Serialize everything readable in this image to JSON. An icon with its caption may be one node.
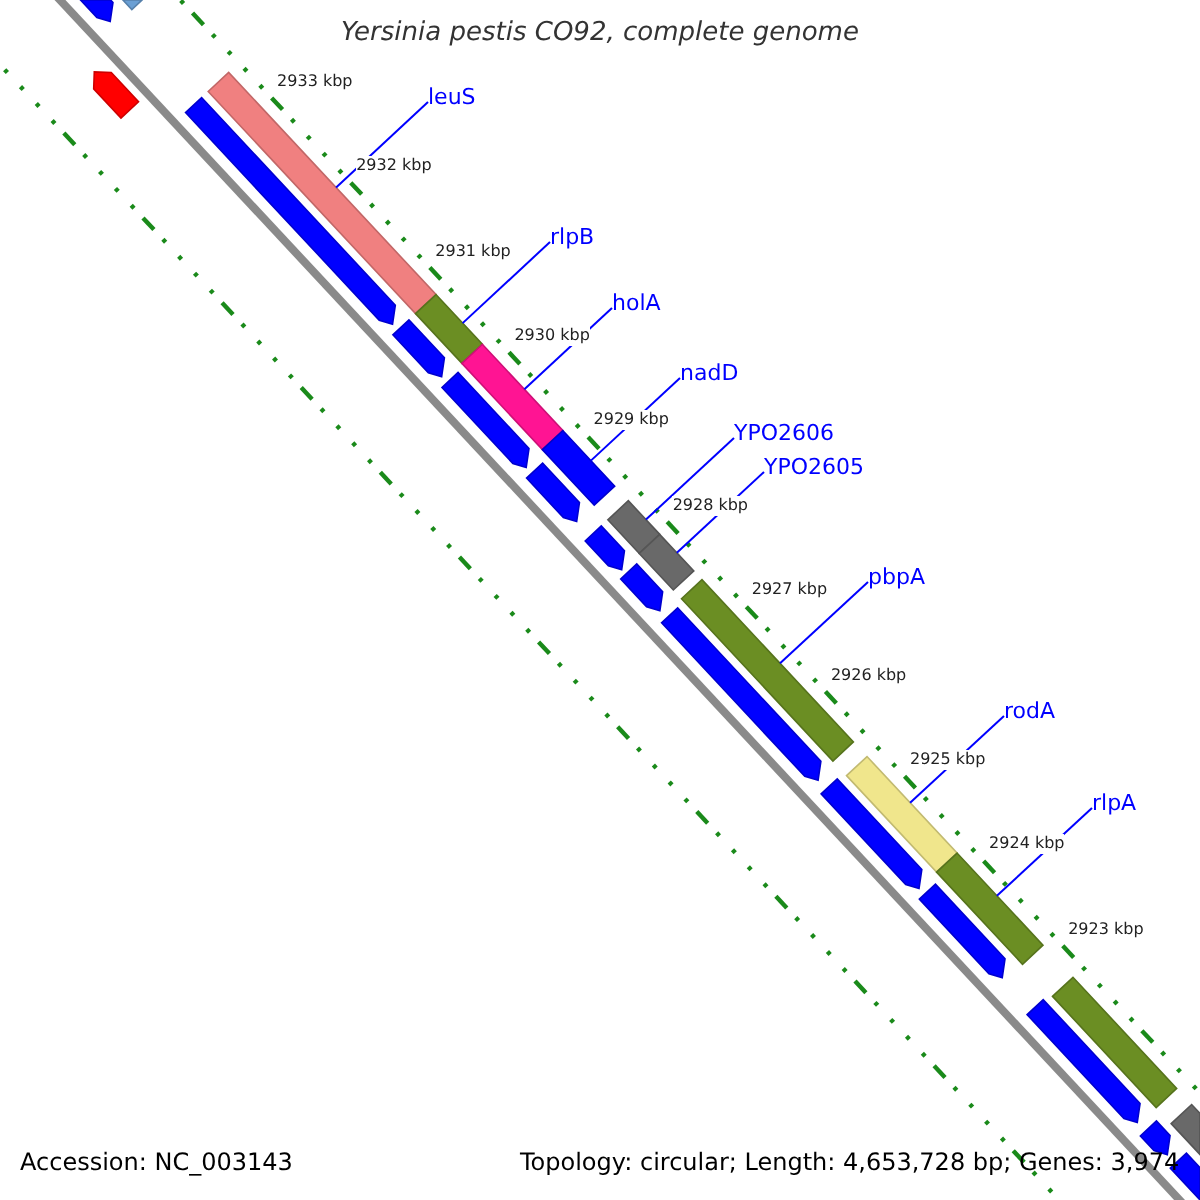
{
  "diagram": {
    "title": "Yersinia pestis CO92, complete genome",
    "nodes": [
      {
        "text": [
          "leuS"
        ]
      },
      {
        "text": [
          "rlpB"
        ]
      },
      {
        "text": [
          "holA"
        ]
      },
      {
        "text": [
          "nadD"
        ]
      },
      {
        "text": [
          "YPO2606"
        ]
      },
      {
        "text": [
          "YPO2605"
        ]
      },
      {
        "text": [
          "pbpA"
        ]
      },
      {
        "text": [
          "rodA"
        ]
      },
      {
        "text": [
          "rlpA"
        ]
      },
      {
        "text": [],
        "shape": "bar"
      },
      {
        "text": [],
        "shape": "bar"
      },
      {
        "text": [],
        "shape": "bar"
      },
      {
        "text": [],
        "shape": "bar"
      },
      {
        "text": [],
        "shape": "bar"
      },
      {
        "text": [],
        "shape": "bar"
      },
      {
        "text": [],
        "shape": "bar"
      },
      {
        "text": [],
        "shape": "bar"
      },
      {
        "text": [],
        "shape": "bar"
      },
      {
        "text": [],
        "shape": "bar"
      },
      {
        "text": [],
        "shape": "bar"
      },
      {
        "text": [],
        "shape": "bar"
      },
      {
        "text": [],
        "shape": "arrow"
      },
      {
        "text": [],
        "shape": "arrow"
      },
      {
        "text": [],
        "shape": "arrow"
      },
      {
        "text": [],
        "shape": "arrow"
      },
      {
        "text": [],
        "shape": "arrow"
      },
      {
        "text": [],
        "shape": "arrow"
      },
      {
        "text": [],
        "shape": "arrow"
      },
      {
        "text": [],
        "shape": "arrow"
      },
      {
        "text": [],
        "shape": "arrow"
      },
      {
        "text": [],
        "shape": "arrow"
      },
      {
        "text": [],
        "shape": "arrow"
      },
      {
        "text": [],
        "shape": "arrow"
      },
      {
        "text": [],
        "shape": "arrow"
      },
      {
        "text": [],
        "shape": "arrow"
      }
    ],
    "edges": [
      {
        "from": 0,
        "to": 10,
        "arrow": "none"
      },
      {
        "from": 1,
        "to": 11,
        "arrow": "none"
      },
      {
        "from": 2,
        "to": 12,
        "arrow": "none"
      },
      {
        "from": 3,
        "to": 13,
        "arrow": "none"
      },
      {
        "from": 4,
        "to": 14,
        "arrow": "none"
      },
      {
        "from": 5,
        "to": 15,
        "arrow": "none"
      },
      {
        "from": 6,
        "to": 16,
        "arrow": "none"
      },
      {
        "from": 7,
        "to": 17,
        "arrow": "none"
      },
      {
        "from": 8,
        "to": 18,
        "arrow": "none"
      }
    ],
    "labels": [
      "2933 kbp",
      "2932 kbp",
      "2931 kbp",
      "2930 kbp",
      "2929 kbp",
      "2928 kbp",
      "2927 kbp",
      "2926 kbp",
      "2925 kbp",
      "2924 kbp",
      "2923 kbp",
      "Accession: NC_003143",
      "Topology: circular; Length: 4,653,728 bp; Genes: 3,974"
    ]
  }
}
